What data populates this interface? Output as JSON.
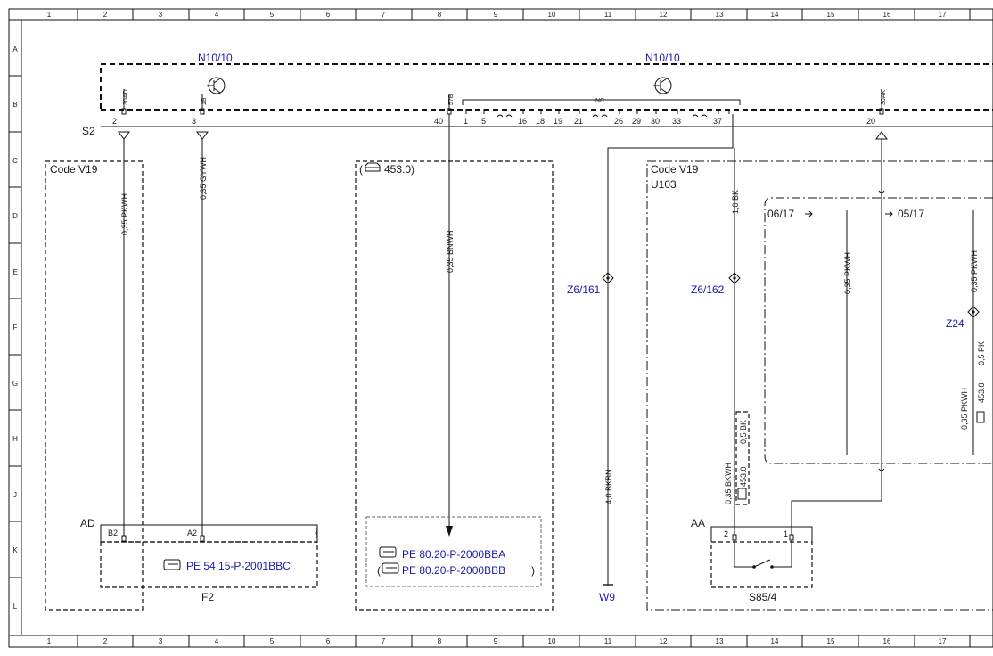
{
  "grid": {
    "columns": [
      "1",
      "2",
      "3",
      "4",
      "5",
      "6",
      "7",
      "8",
      "9",
      "10",
      "11",
      "12",
      "13",
      "14",
      "15",
      "16",
      "17"
    ],
    "rows": [
      "A",
      "B",
      "C",
      "D",
      "E",
      "F",
      "G",
      "H",
      "J",
      "K",
      "L"
    ]
  },
  "modules": {
    "left": "N10/10",
    "right": "N10/10"
  },
  "bus_label": "S2",
  "pins_top": {
    "p2": "2",
    "p3": "3",
    "p40": "40",
    "p20": "20",
    "p2_tag": "30AD",
    "p3_tag": "1B",
    "p40_tag": "57B",
    "p20_tag": "30AK",
    "nc_tag": "NC",
    "nc_pins": [
      "1",
      "5",
      "16",
      "18",
      "19",
      "21",
      "26",
      "29",
      "30",
      "33",
      "37"
    ]
  },
  "boxes": {
    "code_left": "Code V19",
    "vehicle_left": "(",
    "vehicle_code": "453.0)",
    "code_right": "Code V19",
    "code_right_sub": "U103"
  },
  "wires": {
    "w1": "0,35 PKWH",
    "w2": "0,35 GYWH",
    "w3": "0,35 BNWH",
    "w4": "4,0 BKBN",
    "w5": "1,0 BK",
    "w6": "0,35 PKWH",
    "w7": "0,35 PKWH",
    "w8": "0,35 BKWH",
    "w9": "0,5 BK",
    "w10": "453.0",
    "w11": "0,35 PKWH",
    "w12": "453.0",
    "w13": "0,5 PK"
  },
  "connectors": {
    "z161": "Z6/161",
    "z162": "Z6/162",
    "z24": "Z24"
  },
  "sheet_refs": {
    "ref_in": "06/17",
    "ref_out": "05/17"
  },
  "bottom": {
    "ad": "AD",
    "b2": "B2",
    "a2": "A2",
    "f2": "F2",
    "pe_f2": "PE 54.15-P-2001BBC",
    "pe_a": "PE 80.20-P-2000BBA",
    "pe_b_open": "(",
    "pe_b": "PE 80.20-P-2000BBB",
    "pe_b_close": ")",
    "w9": "W9",
    "aa": "AA",
    "aa_p2": "2",
    "aa_p1": "1",
    "s85": "S85/4"
  }
}
